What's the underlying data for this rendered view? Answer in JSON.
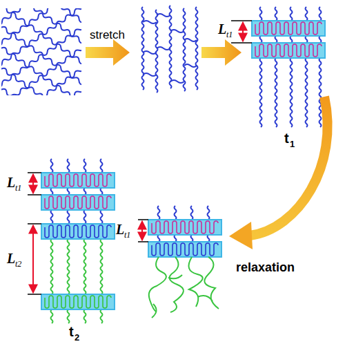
{
  "diagram": {
    "labels": [
      "stretch",
      "L",
      "t1",
      "t",
      "1",
      "relaxation",
      "L",
      "t1",
      "L",
      "t1",
      "L",
      "t2",
      "t",
      "2"
    ]
  }
}
